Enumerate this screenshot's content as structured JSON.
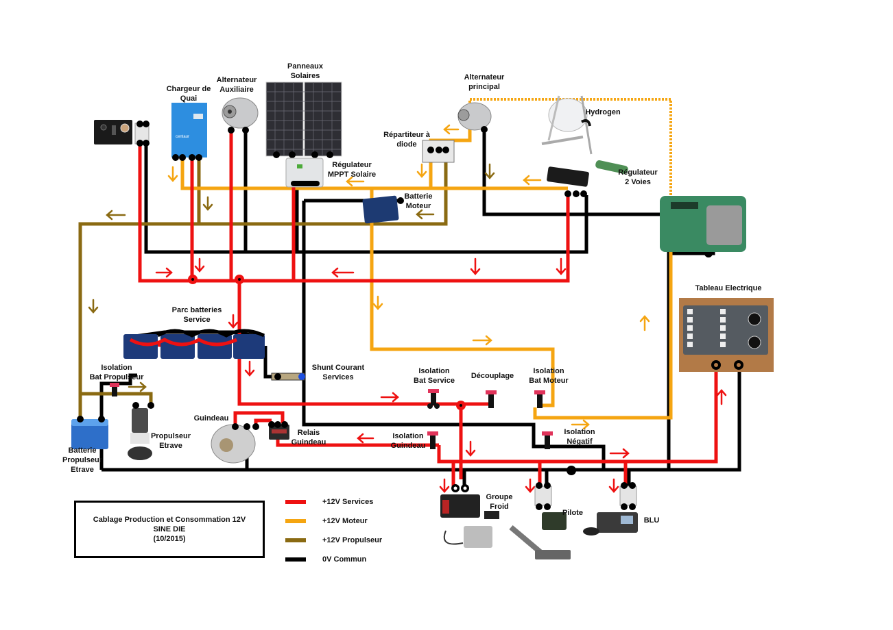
{
  "colors": {
    "services": "#ee1111",
    "moteur": "#f5a511",
    "propulseur": "#8a6a12",
    "commun": "#000000"
  },
  "title_box": {
    "line1": "Cablage Production et Consommation 12V",
    "line2": "SINE DIE",
    "line3": "(10/2015)"
  },
  "legend": [
    {
      "label": "+12V Services",
      "color_key": "services"
    },
    {
      "label": "+12V Moteur",
      "color_key": "moteur"
    },
    {
      "label": "+12V Propulseur",
      "color_key": "propulseur"
    },
    {
      "label": "0V Commun",
      "color_key": "commun"
    }
  ],
  "components": {
    "chargeur_quai": "Chargeur de\nQuai",
    "alternateur_aux": "Alternateur\nAuxiliaire",
    "panneaux": "Panneaux\nSolaires",
    "regulateur_mppt": "Régulateur\nMPPT Solaire",
    "repartiteur": "Répartiteur à\ndiode",
    "alternateur_principal": "Alternateur\nprincipal",
    "hydrogen": "Hydrogen",
    "regulateur_2v": "Régulateur\n2 Voies",
    "batterie_moteur": "Batterie\nMoteur",
    "tableau": "Tableau Electrique",
    "parc_batteries": "Parc batteries\nService",
    "shunt": "Shunt Courant\nServices",
    "iso_propulseur": "Isolation\nBat Propulseur",
    "propulseur": "Propulseur\nEtrave",
    "batterie_propulseur": "Batterie\nPropulseur\nEtrave",
    "guindeau": "Guindeau",
    "relais_guindeau": "Relais\nGuindeau",
    "iso_guindeau": "Isolation\nGuindeau",
    "iso_service": "Isolation\nBat Service",
    "decouplage": "Découplage",
    "iso_moteur": "Isolation\nBat Moteur",
    "iso_negatif": "Isolation\nNégatif",
    "groupe_froid": "Groupe\nFroid",
    "pilote": "Pilote",
    "blu": "BLU"
  }
}
